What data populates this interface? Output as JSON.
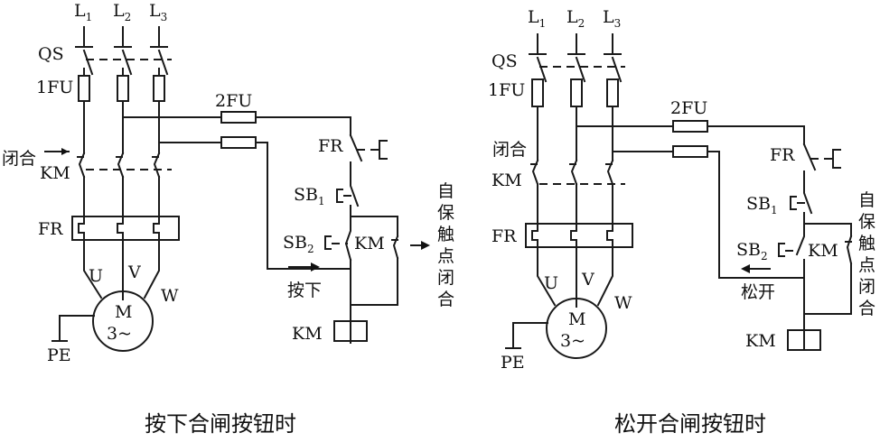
{
  "left": {
    "lines": [
      "L",
      "L",
      "L"
    ],
    "line_subs": [
      "1",
      "2",
      "3"
    ],
    "qs": "QS",
    "fu1": "1FU",
    "fu2": "2FU",
    "closed": "闭合",
    "km": "KM",
    "fr": "FR",
    "u": "U",
    "v": "V",
    "w": "W",
    "motor_m": "M",
    "motor_phase": "3~",
    "pe": "PE",
    "fr_ctrl": "FR",
    "sb1": "SB",
    "sb1_sub": "1",
    "sb2": "SB",
    "sb2_sub": "2",
    "km_contact": "KM",
    "action": "按下",
    "self_hold": [
      "自",
      "保",
      "触",
      "点",
      "闭",
      "合"
    ],
    "coil": "KM",
    "caption": "按下合闸按钮时"
  },
  "right": {
    "lines": [
      "L",
      "L",
      "L"
    ],
    "line_subs": [
      "1",
      "2",
      "3"
    ],
    "qs": "QS",
    "fu1": "1FU",
    "fu2": "2FU",
    "closed": "闭合",
    "km": "KM",
    "fr": "FR",
    "u": "U",
    "v": "V",
    "w": "W",
    "motor_m": "M",
    "motor_phase": "3~",
    "pe": "PE",
    "fr_ctrl": "FR",
    "sb1": "SB",
    "sb1_sub": "1",
    "sb2": "SB",
    "sb2_sub": "2",
    "km_contact": "KM",
    "action": "松开",
    "self_hold": [
      "自",
      "保",
      "触",
      "点",
      "闭",
      "合"
    ],
    "coil": "KM",
    "caption": "松开合闸按钮时"
  }
}
